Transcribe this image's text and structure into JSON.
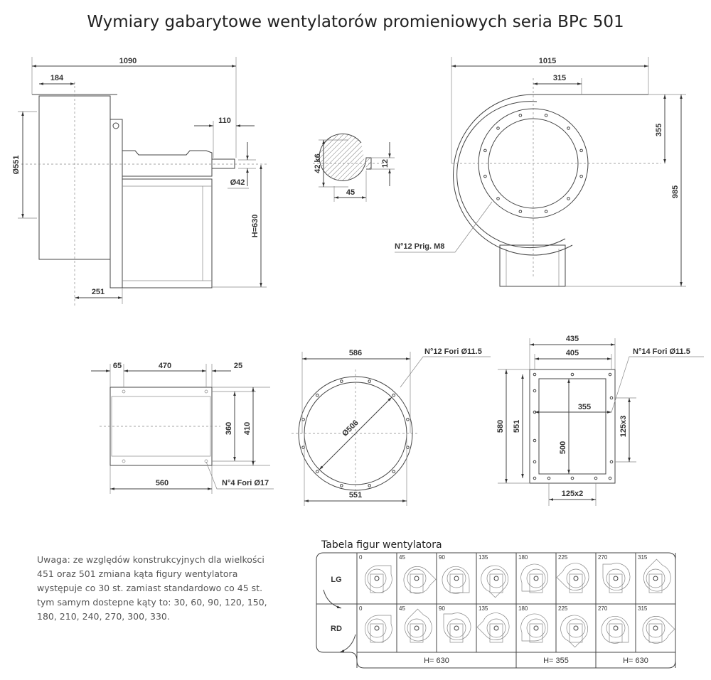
{
  "title": "Wymiary gabarytowe wentylatorów promieniowych seria BPc 501",
  "side_view": {
    "d1090": "1090",
    "d184": "184",
    "d551": "Ø551",
    "d110": "110",
    "d42": "Ø42",
    "h630": "H=630",
    "d251": "251"
  },
  "shaft": {
    "d42k6": "42 k6",
    "d45": "45",
    "d12": "12"
  },
  "front_view": {
    "d1015": "1015",
    "d315": "315",
    "d355": "355",
    "d985": "985",
    "holes": "N°12 Prig. M8"
  },
  "outlet_side": {
    "d65": "65",
    "d470": "470",
    "d25": "25",
    "d360": "360",
    "d410": "410",
    "d560": "560",
    "holes": "N°4 Fori Ø17"
  },
  "inlet_flange": {
    "d586": "586",
    "d506": "Ø506",
    "d551": "551",
    "holes": "N°12 Fori Ø11.5"
  },
  "outlet_flange": {
    "d435": "435",
    "d405": "405",
    "d355": "355",
    "d580": "580",
    "d551": "551",
    "d500": "500",
    "d125x3": "125x3",
    "d125x2": "125x2",
    "holes": "N°14 Fori Ø11.5"
  },
  "note": "Uwaga: ze względów konstrukcyjnych dla wielkości 451 oraz 501 zmiana kąta figury wentylatora występuje co 30 st. zamiast standardowo co 45 st. tym samym dostepne kąty to: 30, 60, 90, 120, 150, 180, 210, 240, 270, 300, 330.",
  "figure_table": {
    "title": "Tabela figur wentylatora",
    "rows": [
      {
        "label": "LG",
        "angles": [
          "0",
          "45",
          "90",
          "135",
          "180",
          "225",
          "270",
          "315"
        ]
      },
      {
        "label": "RD",
        "angles": [
          "0",
          "45",
          "90",
          "135",
          "180",
          "225",
          "270",
          "315"
        ]
      }
    ],
    "heights": [
      "H= 630",
      "H= 355",
      "H= 630"
    ]
  }
}
